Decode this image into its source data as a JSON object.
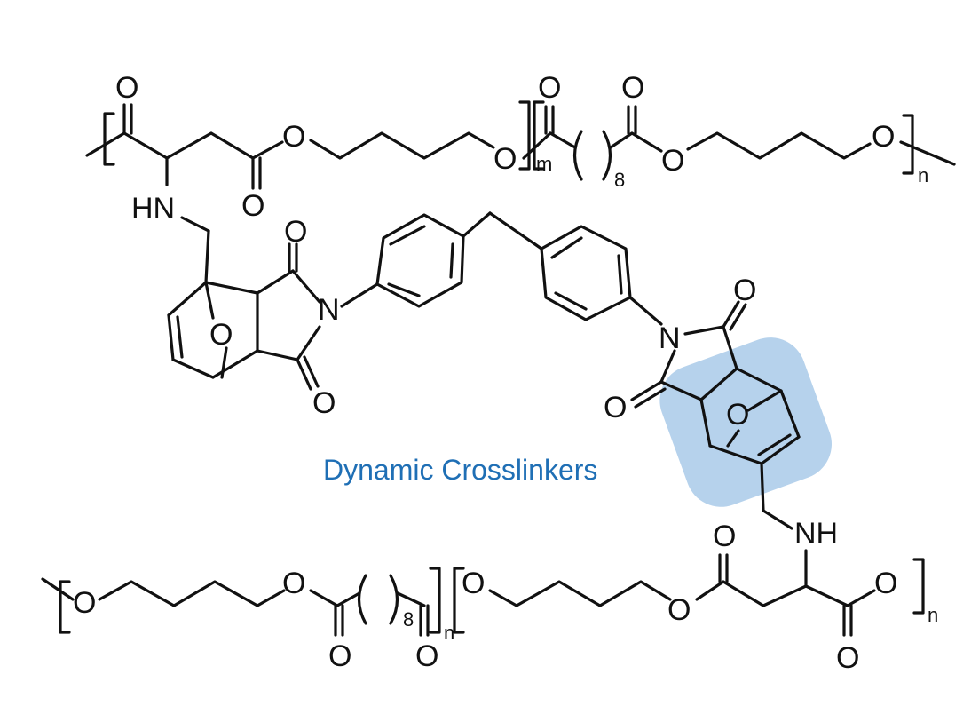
{
  "caption": "Dynamic Crosslinkers",
  "atom_labels": {
    "O": "O",
    "N": "N",
    "HN": "HN",
    "NH": "NH"
  },
  "subscripts": {
    "m": "m",
    "n": "n",
    "eight": "8"
  },
  "colors": {
    "caption": "#1f6fb5",
    "highlight": "#9ec3e6",
    "bonds": "#111111"
  }
}
